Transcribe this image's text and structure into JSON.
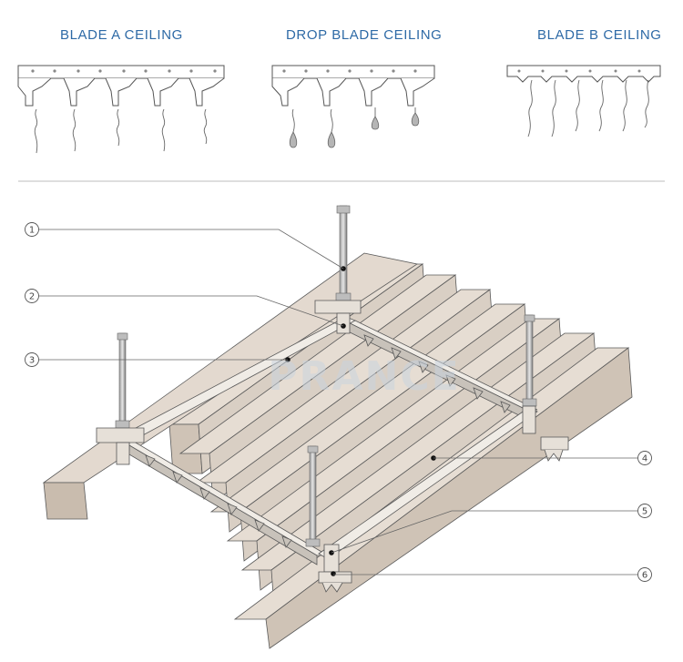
{
  "headings": {
    "blade_a": "BLADE A CEILING",
    "drop_blade": "DROP BLADE CEILING",
    "blade_b": "BLADE B CEILING"
  },
  "watermark": "PRANCE",
  "callouts": [
    "1",
    "2",
    "3",
    "4",
    "5",
    "6"
  ],
  "colors": {
    "heading": "#2e6aa6",
    "panel_face": "#d9cfc4",
    "panel_dark": "#b3a696",
    "outline": "#5a5a5a",
    "rod": "#8a8a8a"
  }
}
